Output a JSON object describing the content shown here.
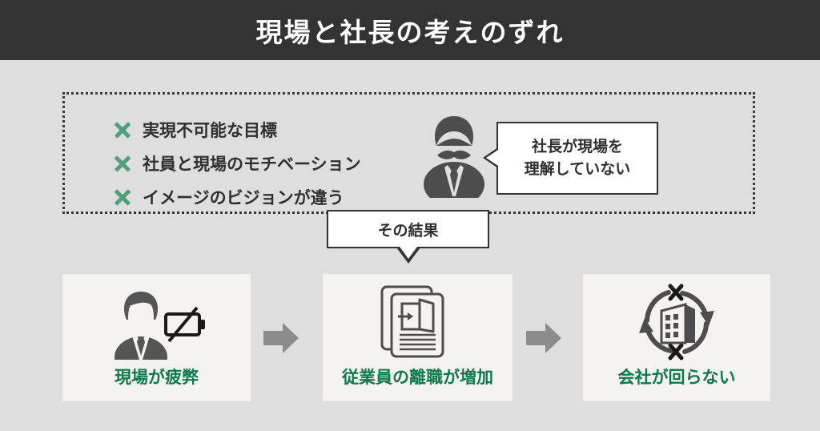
{
  "header": {
    "title": "現場と社長の考えのずれ",
    "background_color": "#333333",
    "text_color": "#ffffff"
  },
  "problem_panel": {
    "border_style": "dotted",
    "border_color": "#3a3a3a",
    "bullet_marker_color": "#4ca37a",
    "bullets": [
      {
        "marker": "x-mark-icon",
        "text": "実現不可能な目標"
      },
      {
        "marker": "x-mark-icon",
        "text": "社員と現場のモチベーション"
      },
      {
        "marker": "x-mark-icon",
        "text": "イメージのビジョンが違う"
      }
    ],
    "persona": {
      "icon": "businessman-silhouette-icon",
      "color": "#4d4d4d"
    },
    "speech_bubble": {
      "lines": [
        "社長が現場を",
        "理解していない"
      ],
      "background_color": "#ffffff",
      "border_color": "#333333",
      "tail_direction": "left"
    }
  },
  "result_callout": {
    "label": "その結果",
    "background_color": "#ffffff",
    "border_color": "#333333",
    "tail_direction": "down"
  },
  "outcomes": {
    "card_background_color": "#f4f3ef",
    "label_color": "#0d7a4a",
    "connector_icon": "right-arrow-icon",
    "connector_color": "#8c8c8c",
    "cards": [
      {
        "icon": "tired-employee-low-battery-icon",
        "label": "現場が疲弊"
      },
      {
        "icon": "resignation-documents-exit-door-icon",
        "label": "従業員の離職が増加"
      },
      {
        "icon": "broken-company-cycle-icon",
        "label": "会社が回らない"
      }
    ]
  },
  "canvas": {
    "background_color": "#dedede"
  }
}
